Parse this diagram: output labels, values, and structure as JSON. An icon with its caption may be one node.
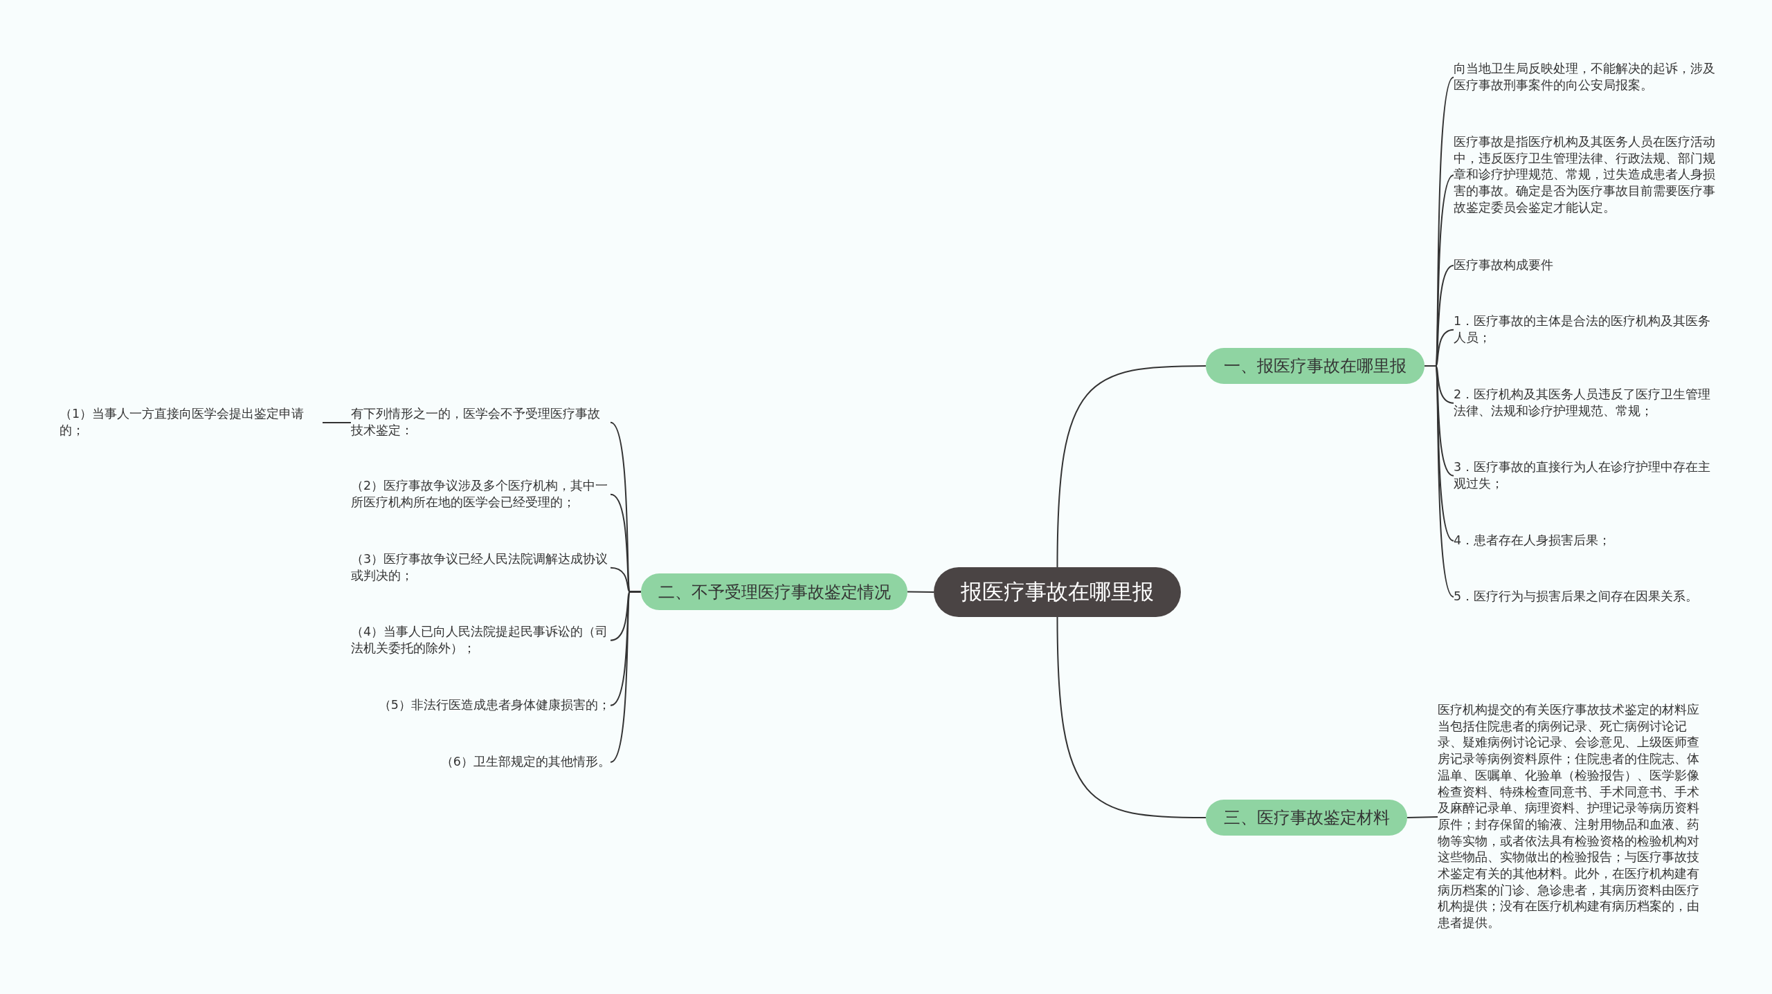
{
  "diagram": {
    "nodes": [
      {
        "text": [
          "报医疗事故在哪里报"
        ]
      },
      {
        "text": [
          "一、报医疗事故在哪里报"
        ]
      },
      {
        "text": [
          "向当地卫生局反映处理，不能解决的起诉，涉及医疗事故刑事案件的向公安局报案。"
        ]
      },
      {
        "text": [
          "医疗事故是指医疗机构及其医务人员在医疗活动中，违反医疗卫生管理法律、行政法规、部门规章和诊疗护理规范、常规，过失造成患者人身损害的事故。确定是否为医疗事故目前需要医疗事故鉴定委员会鉴定才能认定。"
        ]
      },
      {
        "text": [
          "医疗事故构成要件"
        ]
      },
      {
        "text": [
          "1．医疗事故的主体是合法的医疗机构及其医务人员；"
        ]
      },
      {
        "text": [
          "2．医疗机构及其医务人员违反了医疗卫生管理法律、法规和诊疗护理规范、常规；"
        ]
      },
      {
        "text": [
          "3．医疗事故的直接行为人在诊疗护理中存在主观过失；"
        ]
      },
      {
        "text": [
          "4．患者存在人身损害后果；"
        ]
      },
      {
        "text": [
          "5．医疗行为与损害后果之间存在因果关系。"
        ]
      },
      {
        "text": [
          "二、不予受理医疗事故鉴定情况"
        ]
      },
      {
        "text": [
          "有下列情形之一的，医学会不予受理医疗事故技术鉴定："
        ]
      },
      {
        "text": [
          "（2）医疗事故争议涉及多个医疗机构，其中一所医疗机构所在地的医学会已经受理的；"
        ]
      },
      {
        "text": [
          "（3）医疗事故争议已经人民法院调解达成协议或判决的；"
        ]
      },
      {
        "text": [
          "（4）当事人已向人民法院提起民事诉讼的（司法机关委托的除外）；"
        ]
      },
      {
        "text": [
          "（5）非法行医造成患者身体健康损害的；"
        ]
      },
      {
        "text": [
          "（6）卫生部规定的其他情形。"
        ]
      },
      {
        "text": [
          "（1）当事人一方直接向医学会提出鉴定申请的；"
        ]
      },
      {
        "text": [
          "三、医疗事故鉴定材料"
        ]
      },
      {
        "text": [
          "医疗机构提交的有关医疗事故技术鉴定的材料应当包括住院患者的病例记录、死亡病例讨论记录、疑难病例讨论记录、会诊意见、上级医师查房记录等病例资料原件；住院患者的住院志、体温单、医嘱单、化验单（检验报告）、医学影像检查资料、特殊检查同意书、手术同意书、手术及麻醉记录单、病理资料、护理记录等病历资料原件；封存保留的输液、注射用物品和血液、药物等实物，或者依法具有检验资格的检验机构对这些物品、实物做出的检验报告；与医疗事故技术鉴定有关的其他材料。此外，在医疗机构建有病历档案的门诊、急诊患者，其病历资料由医疗机构提供；没有在医疗机构建有病历档案的，由患者提供。"
        ]
      }
    ],
    "edges": [
      {
        "from": 0,
        "to": 1,
        "arrow": "none"
      },
      {
        "from": 0,
        "to": 10,
        "arrow": "none"
      },
      {
        "from": 0,
        "to": 18,
        "arrow": "none"
      },
      {
        "from": 1,
        "to": 2,
        "arrow": "none"
      },
      {
        "from": 1,
        "to": 3,
        "arrow": "none"
      },
      {
        "from": 1,
        "to": 4,
        "arrow": "none"
      },
      {
        "from": 1,
        "to": 5,
        "arrow": "none"
      },
      {
        "from": 1,
        "to": 6,
        "arrow": "none"
      },
      {
        "from": 1,
        "to": 7,
        "arrow": "none"
      },
      {
        "from": 1,
        "to": 8,
        "arrow": "none"
      },
      {
        "from": 1,
        "to": 9,
        "arrow": "none"
      },
      {
        "from": 10,
        "to": 11,
        "arrow": "none"
      },
      {
        "from": 10,
        "to": 12,
        "arrow": "none"
      },
      {
        "from": 10,
        "to": 13,
        "arrow": "none"
      },
      {
        "from": 10,
        "to": 14,
        "arrow": "none"
      },
      {
        "from": 10,
        "to": 15,
        "arrow": "none"
      },
      {
        "from": 10,
        "to": 16,
        "arrow": "none"
      },
      {
        "from": 11,
        "to": 17,
        "arrow": "none"
      },
      {
        "from": 18,
        "to": 19,
        "arrow": "none"
      }
    ]
  }
}
